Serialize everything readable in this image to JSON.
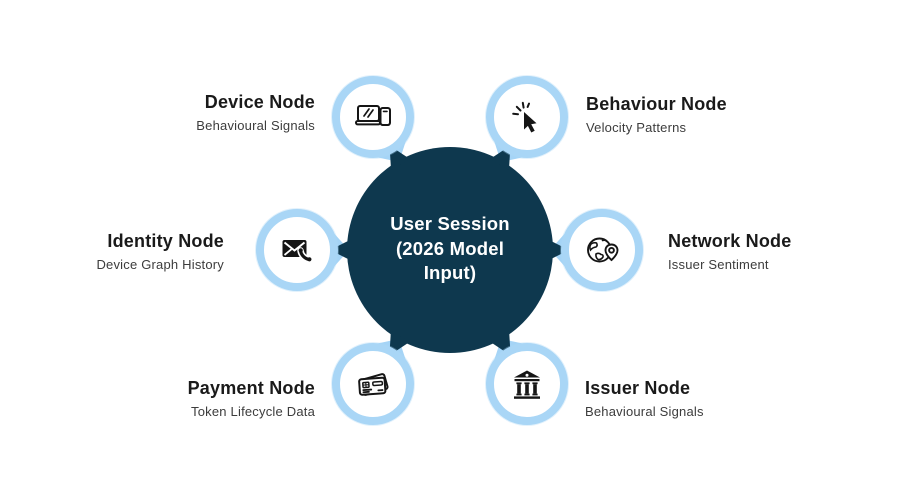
{
  "center": {
    "lines": [
      "User Session",
      "(2026 Model",
      "Input)"
    ]
  },
  "nodes": [
    {
      "id": "device",
      "title": "Device Node",
      "subtitle": "Behavioural Signals",
      "icon": "laptop-phone-icon",
      "position": "top-left"
    },
    {
      "id": "behaviour",
      "title": "Behaviour Node",
      "subtitle": "Velocity Patterns",
      "icon": "cursor-click-icon",
      "position": "top-right"
    },
    {
      "id": "identity",
      "title": "Identity Node",
      "subtitle": "Device Graph History",
      "icon": "mail-phone-icon",
      "position": "middle-left"
    },
    {
      "id": "network",
      "title": "Network Node",
      "subtitle": "Issuer Sentiment",
      "icon": "globe-pin-icon",
      "position": "middle-right"
    },
    {
      "id": "payment",
      "title": "Payment Node",
      "subtitle": "Token Lifecycle Data",
      "icon": "credit-cards-icon",
      "position": "bottom-left"
    },
    {
      "id": "issuer",
      "title": "Issuer Node",
      "subtitle": "Behavioural Signals",
      "icon": "bank-icon",
      "position": "bottom-right"
    }
  ],
  "colors": {
    "center_fill": "#0e384e",
    "ring_blue": "#a9d6f6",
    "tail_blue": "#a5d4f6",
    "title_text": "#1a1a1a",
    "subtitle_text": "#3c3c3c",
    "center_text": "#ffffff",
    "icon_ink": "#151515"
  }
}
